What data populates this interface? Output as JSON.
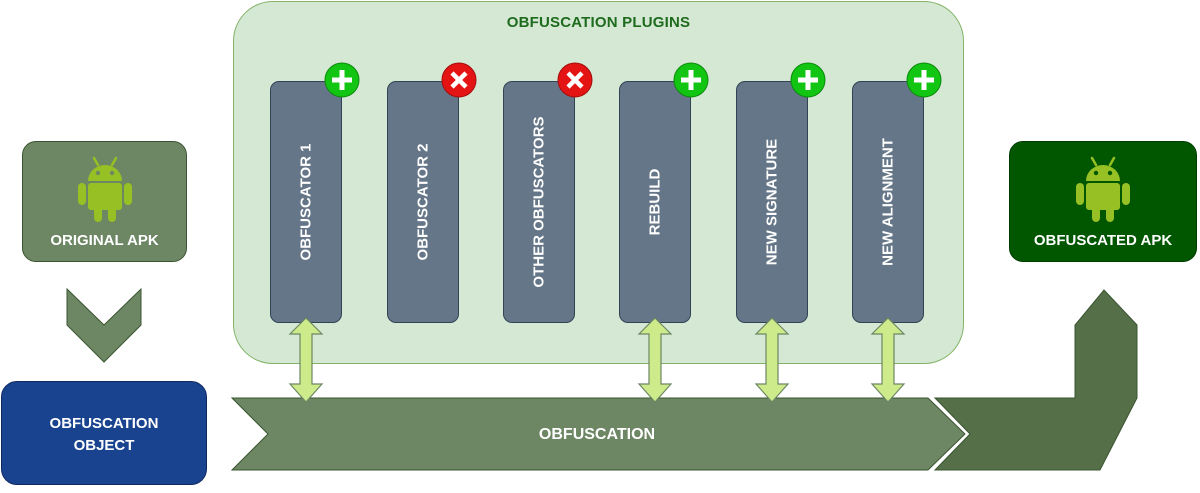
{
  "panel": {
    "title": "OBFUSCATION PLUGINS"
  },
  "plugins": [
    {
      "label": "OBFUSCATOR 1",
      "status": "add",
      "badge_icon": "plus-icon"
    },
    {
      "label": "OBFUSCATOR 2",
      "status": "remove",
      "badge_icon": "close-icon"
    },
    {
      "label": "OTHER OBFUSCATORS",
      "status": "remove",
      "badge_icon": "close-icon"
    },
    {
      "label": "REBUILD",
      "status": "add",
      "badge_icon": "plus-icon"
    },
    {
      "label": "NEW SIGNATURE",
      "status": "add",
      "badge_icon": "plus-icon"
    },
    {
      "label": "NEW ALIGNMENT",
      "status": "add",
      "badge_icon": "plus-icon"
    }
  ],
  "original_apk": {
    "label": "ORIGINAL APK",
    "icon": "android-icon"
  },
  "obfuscated_apk": {
    "label": "OBFUSCATED APK",
    "icon": "android-icon"
  },
  "obfuscation_object": {
    "line1": "OBFUSCATION",
    "line2": "OBJECT"
  },
  "pipeline": {
    "label": "OBFUSCATION"
  },
  "colors": {
    "panel_fill": "#d5e8d4",
    "plugin_fill": "#647687",
    "add_badge": "#12c512",
    "remove_badge": "#e51414",
    "pipeline_fill": "#6d8764",
    "object_fill": "#1a438f",
    "obfuscated_fill": "#005700",
    "connector_fill": "#cdeb8b"
  }
}
